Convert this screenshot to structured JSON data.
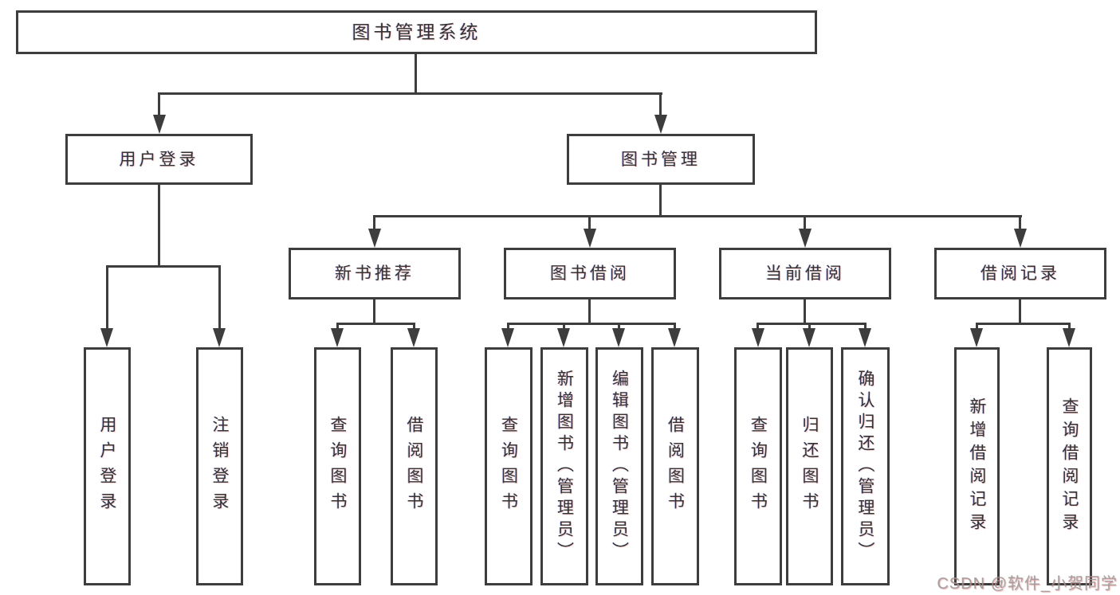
{
  "diagram": {
    "tree": {
      "label": "图书管理系统",
      "children": [
        {
          "label": "用户登录",
          "children": [
            {
              "label": "用户登录"
            },
            {
              "label": "注销登录"
            }
          ]
        },
        {
          "label": "图书管理",
          "children": [
            {
              "label": "新书推荐",
              "children": [
                {
                  "label": "查询图书"
                },
                {
                  "label": "借阅图书"
                }
              ]
            },
            {
              "label": "图书借阅",
              "children": [
                {
                  "label": "查询图书"
                },
                {
                  "label": "新增图书（管理员）"
                },
                {
                  "label": "编辑图书（管理员）"
                },
                {
                  "label": "借阅图书"
                }
              ]
            },
            {
              "label": "当前借阅",
              "children": [
                {
                  "label": "查询图书"
                },
                {
                  "label": "归还图书"
                },
                {
                  "label": "确认归还（管理员）"
                }
              ]
            },
            {
              "label": "借阅记录",
              "children": [
                {
                  "label": "新增借阅记录"
                },
                {
                  "label": "查询借阅记录"
                }
              ]
            }
          ]
        }
      ]
    },
    "colors": {
      "line": "#3d3d3d",
      "text": "#333333",
      "background": "#ffffff",
      "watermark": "#969696"
    }
  },
  "watermark": {
    "text": "CSDN @软件_小贺同学"
  }
}
